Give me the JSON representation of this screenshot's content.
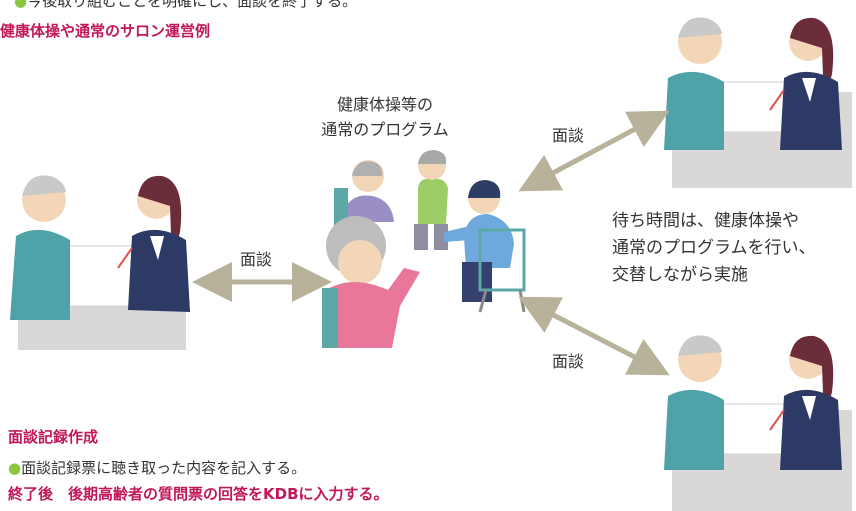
{
  "top_text": "今後取り組むことを明確にし、面談を終了する。",
  "salon_heading": "健康体操や通常のサロン運営例",
  "center_caption_1": "健康体操等の",
  "center_caption_2": "通常のプログラム",
  "interview_left": "面談",
  "interview_top": "面談",
  "interview_bottom": "面談",
  "wait_text_1": "待ち時間は、健康体操や",
  "wait_text_2": "通常のプログラムを行い、",
  "wait_text_3": "交替しながら実施",
  "record_heading": "面談記録作成",
  "record_note": "面談記録票に聴き取った内容を記入する。",
  "final_line": "終了後　後期高齢者の質問票の回答をKDBに入力する。",
  "colors": {
    "accent_pink": "#c2185b",
    "bullet_green": "#8cc63f",
    "arrow": "#b8b29a"
  }
}
